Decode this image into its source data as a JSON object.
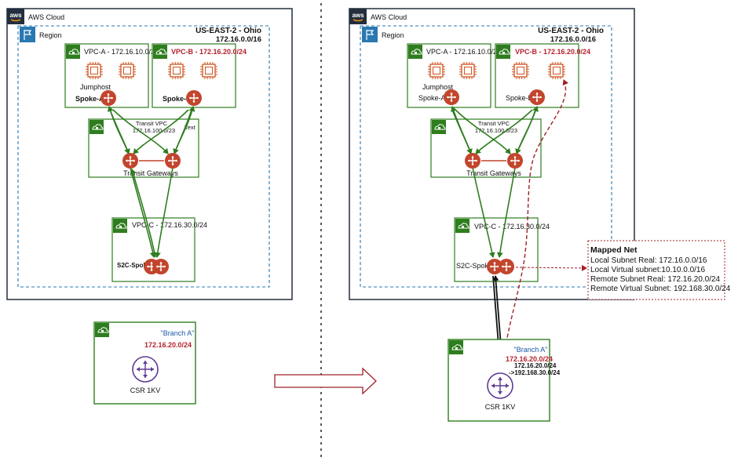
{
  "left": {
    "cloud_label": "AWS Cloud",
    "region_label": "Region",
    "region_name": "US-EAST-2 - Ohio",
    "region_cidr": "172.16.0.0/16",
    "vpc_a": "VPC-A - 172.16.10.0/24",
    "vpc_b": "VPC-B - 172.16.20.0/24",
    "jumphost": "Jumphost",
    "spoke_a": "Spoke-A",
    "spoke_b": "Spoke-B",
    "transit_vpc": "Transit VPC",
    "transit_text": "Text",
    "transit_cidr": "172.16.100.0/23",
    "transit_gw": "Transit Gateways",
    "vpc_c": "VPC-C - 172.16.30.0/24",
    "s2c_spoke": "S2C-Spoke",
    "branch_name": "\"Branch A\"",
    "branch_cidr": "172.16.20.0/24",
    "csr": "CSR 1KV"
  },
  "right": {
    "cloud_label": "AWS Cloud",
    "region_label": "Region",
    "region_name": "US-EAST-2 - Ohio",
    "region_cidr": "172.16.0.0/16",
    "vpc_a": "VPC-A - 172.16.10.0/24",
    "vpc_b": "VPC-B - 172.16.20.0/24",
    "jumphost": "Jumphost",
    "spoke_a": "Spoke-A",
    "spoke_b": "Spoke-B",
    "transit_vpc": "Transit VPC",
    "transit_cidr": "172.16.100.0/23",
    "transit_gw": "Transit Gateways",
    "vpc_c": "VPC-C - 172.16.30.0/24",
    "s2c_spoke": "S2C-Spoke",
    "branch_name": "\"Branch A\"",
    "branch_cidr": "172.16.20.0/24",
    "branch_map_1": "172.16.20.0/24",
    "branch_map_2": "->192.168.30.0/24",
    "csr": "CSR 1KV"
  },
  "mapped_net": {
    "title": "Mapped Net",
    "lines": [
      "Local Subnet Real: 172.16.0.0/16",
      "Local Virtual subnet:10.10.0.0/16",
      "Remote Subnet Real: 172.16.20.0/24",
      "Remote Virtual Subnet: 192.168.30.0/24"
    ]
  },
  "colors": {
    "green": "#2e7d1e",
    "router": "#c2452d",
    "red_text": "#b4222c",
    "csr_purple": "#5e3a93",
    "region_blue": "#2a78b0"
  }
}
